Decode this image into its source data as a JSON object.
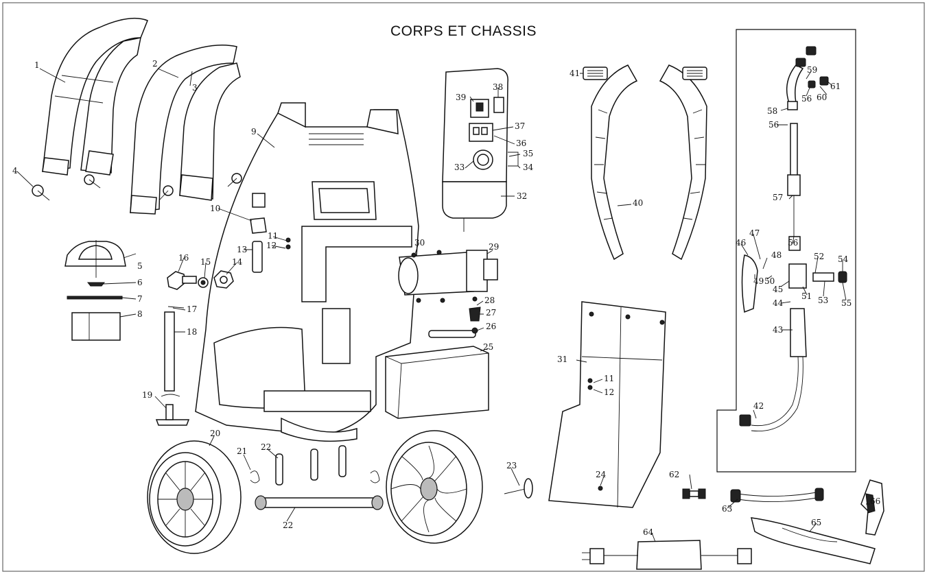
{
  "title": "CORPS ET CHASSIS",
  "callouts": [
    {
      "id": "c1",
      "label": "1"
    },
    {
      "id": "c2",
      "label": "2"
    },
    {
      "id": "c3",
      "label": "3"
    },
    {
      "id": "c4",
      "label": "4"
    },
    {
      "id": "c5",
      "label": "5"
    },
    {
      "id": "c6",
      "label": "6"
    },
    {
      "id": "c7",
      "label": "7"
    },
    {
      "id": "c8",
      "label": "8"
    },
    {
      "id": "c9",
      "label": "9"
    },
    {
      "id": "c10",
      "label": "10"
    },
    {
      "id": "c11a",
      "label": "11"
    },
    {
      "id": "c12a",
      "label": "12"
    },
    {
      "id": "c13",
      "label": "13"
    },
    {
      "id": "c14",
      "label": "14"
    },
    {
      "id": "c15",
      "label": "15"
    },
    {
      "id": "c16",
      "label": "16"
    },
    {
      "id": "c17",
      "label": "17"
    },
    {
      "id": "c18",
      "label": "18"
    },
    {
      "id": "c19",
      "label": "19"
    },
    {
      "id": "c20",
      "label": "20"
    },
    {
      "id": "c21",
      "label": "21"
    },
    {
      "id": "c22a",
      "label": "22"
    },
    {
      "id": "c22b",
      "label": "22"
    },
    {
      "id": "c23",
      "label": "23"
    },
    {
      "id": "c24",
      "label": "24"
    },
    {
      "id": "c25",
      "label": "25"
    },
    {
      "id": "c26",
      "label": "26"
    },
    {
      "id": "c27",
      "label": "27"
    },
    {
      "id": "c28",
      "label": "28"
    },
    {
      "id": "c29",
      "label": "29"
    },
    {
      "id": "c30",
      "label": "30"
    },
    {
      "id": "c31",
      "label": "31"
    },
    {
      "id": "c11b",
      "label": "11"
    },
    {
      "id": "c12b",
      "label": "12"
    },
    {
      "id": "c32",
      "label": "32"
    },
    {
      "id": "c33",
      "label": "33"
    },
    {
      "id": "c34",
      "label": "34"
    },
    {
      "id": "c35",
      "label": "35"
    },
    {
      "id": "c36",
      "label": "36"
    },
    {
      "id": "c37",
      "label": "37"
    },
    {
      "id": "c38",
      "label": "38"
    },
    {
      "id": "c39",
      "label": "39"
    },
    {
      "id": "c40",
      "label": "40"
    },
    {
      "id": "c41",
      "label": "41"
    },
    {
      "id": "c42",
      "label": "42"
    },
    {
      "id": "c43",
      "label": "43"
    },
    {
      "id": "c44",
      "label": "44"
    },
    {
      "id": "c45",
      "label": "45"
    },
    {
      "id": "c46",
      "label": "46"
    },
    {
      "id": "c47",
      "label": "47"
    },
    {
      "id": "c48",
      "label": "48"
    },
    {
      "id": "c49",
      "label": "49"
    },
    {
      "id": "c50",
      "label": "50"
    },
    {
      "id": "c51",
      "label": "51"
    },
    {
      "id": "c52",
      "label": "52"
    },
    {
      "id": "c53",
      "label": "53"
    },
    {
      "id": "c54",
      "label": "54"
    },
    {
      "id": "c55",
      "label": "55"
    },
    {
      "id": "c56a",
      "label": "56"
    },
    {
      "id": "c56b",
      "label": "56"
    },
    {
      "id": "c56c",
      "label": "56"
    },
    {
      "id": "c57",
      "label": "57"
    },
    {
      "id": "c58",
      "label": "58"
    },
    {
      "id": "c59",
      "label": "59"
    },
    {
      "id": "c60",
      "label": "60"
    },
    {
      "id": "c61",
      "label": "61"
    },
    {
      "id": "c62",
      "label": "62"
    },
    {
      "id": "c63",
      "label": "63"
    },
    {
      "id": "c64",
      "label": "64"
    },
    {
      "id": "c65",
      "label": "65"
    },
    {
      "id": "c66",
      "label": "66"
    }
  ]
}
